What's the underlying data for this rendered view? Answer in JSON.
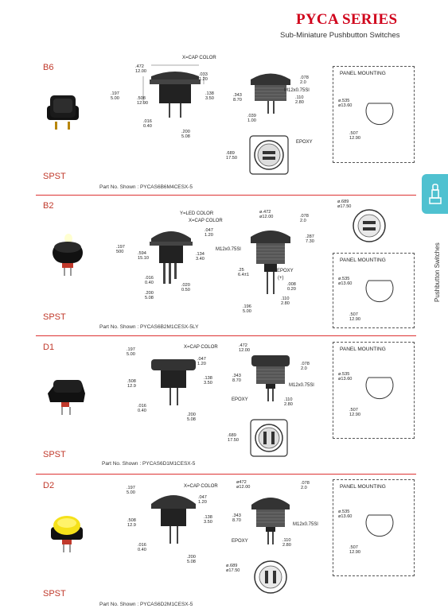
{
  "header": {
    "title": "PYCA SERIES",
    "subtitle": "Sub-Miniature Pushbutton Switches"
  },
  "side_tab": {
    "label": "Pushbutton Switches",
    "icon": "pushbutton-icon",
    "color": "#4fc1d0"
  },
  "accent_color": "#d0021b",
  "sections": [
    {
      "code": "B6",
      "spst": "SPST",
      "part_no": "Part No. Shown : PYCAS6B6M4CESX-5",
      "panel_title": "PANEL MOUNTING",
      "dims": {
        "cap_label": "X=CAP COLOR",
        "d1": ".472",
        "d1b": "12.00",
        "d2": ".033",
        "d2b": "1.20",
        "d3": ".197",
        "d3b": "5.00",
        "d4": ".508",
        "d4b": "12.90",
        "d5": ".138",
        "d5b": "3.50",
        "d6": ".016",
        "d6b": "0.40",
        "d7": ".200",
        "d7b": "5.08",
        "s1": ".078",
        "s1b": "2.0",
        "s2": "M12x0.75Sl",
        "s3": ".343",
        "s3b": "8.70",
        "s4": ".110",
        "s4b": "2.80",
        "s5": ".039",
        "s5b": "1.00",
        "epoxy": "EPOXY",
        "f1": ".689",
        "f1b": "17.50",
        "p1": "ø.535",
        "p1b": "ø13.60",
        "p2": ".507",
        "p2b": "12.90"
      }
    },
    {
      "code": "B2",
      "spst": "SPST",
      "part_no": "Part No. Shown : PYCAS6B2M1CESX-5LY",
      "panel_title": "PANEL MOUNTING",
      "dims": {
        "led_label": "Y=LED COLOR",
        "cap_label": "X=CAP COLOR",
        "d1": ".047",
        "d1b": "1.20",
        "d3": ".197",
        "d3b": "500",
        "d4": ".594",
        "d4b": "15.10",
        "d5": ".134",
        "d5b": "3.40",
        "d6": ".016",
        "d6b": "0.40",
        "d7": ".020",
        "d7b": "0.50",
        "d8": ".200",
        "d8b": "5.08",
        "s0": "ø.472",
        "s0b": "ø12.00",
        "s1": ".078",
        "s1b": "2.0",
        "s2": "M12x0.75Sl",
        "s3": ".287",
        "s3b": "7.30",
        "s4": ".25",
        "s4b": "6.4±1",
        "epoxy": "EPOXY",
        "plus": "(+)",
        "s5": ".008",
        "s5b": "0.20",
        "s6": ".110",
        "s6b": "2.80",
        "s7": ".196",
        "s7b": "5.00",
        "f1": "ø.689",
        "f1b": "ø17.50",
        "p1": "ø.535",
        "p1b": "ø13.60",
        "p2": ".507",
        "p2b": "12.90"
      }
    },
    {
      "code": "D1",
      "spst": "SPST",
      "part_no": "Part No. Shown : PYCAS6D1M1CESX-5",
      "panel_title": "PANEL MOUNTING",
      "dims": {
        "cap_label": "X=CAP COLOR",
        "d1": ".047",
        "d1b": "1.20",
        "d3": ".197",
        "d3b": "5.00",
        "d4": ".508",
        "d4b": "12.9",
        "d5": ".138",
        "d5b": "3.50",
        "d6": ".016",
        "d6b": "0.40",
        "d7": ".200",
        "d7b": "5.08",
        "s0": ".472",
        "s0b": "12.00",
        "s1": ".078",
        "s1b": "2.0",
        "s2": "M12x0.75Sl",
        "s3": ".343",
        "s3b": "8.70",
        "s4": ".110",
        "s4b": "2.80",
        "epoxy": "EPOXY",
        "f1": ".689",
        "f1b": "17.50",
        "p1": "ø.535",
        "p1b": "ø13.60",
        "p2": ".507",
        "p2b": "12.90"
      }
    },
    {
      "code": "D2",
      "spst": "SPST",
      "part_no": "Part No. Shown : PYCAS6D2M1CESX-5",
      "panel_title": "PANEL MOUNTING",
      "dims": {
        "cap_label": "X=CAP COLOR",
        "d1": ".047",
        "d1b": "1.20",
        "d3": ".197",
        "d3b": "5.00",
        "d4": ".508",
        "d4b": "12.9",
        "d5": ".138",
        "d5b": "3.50",
        "d6": ".016",
        "d6b": "0.40",
        "d7": ".200",
        "d7b": "5.08",
        "s0": "ø472",
        "s0b": "ø12.00",
        "s1": ".078",
        "s1b": "2.0",
        "s2": "M12x0.75Sl",
        "s3": ".343",
        "s3b": "8.70",
        "s4": ".110",
        "s4b": "2.80",
        "epoxy": "EPOXY",
        "f1": "ø.689",
        "f1b": "ø17.50",
        "p1": "ø.535",
        "p1b": "ø13.60",
        "p2": ".507",
        "p2b": "12.90"
      }
    }
  ]
}
